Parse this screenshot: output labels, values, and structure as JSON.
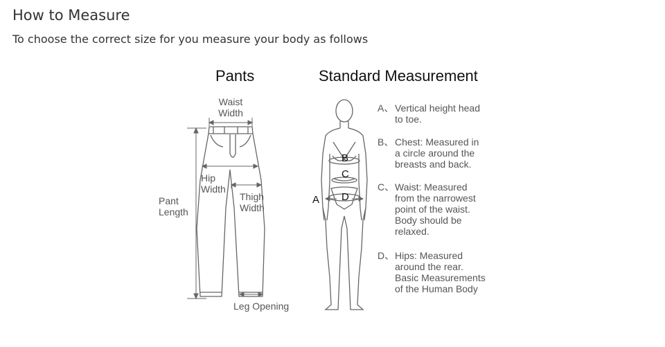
{
  "page": {
    "title": "How to Measure",
    "subtitle": "To choose the correct size for you measure your body as follows"
  },
  "pants": {
    "heading": "Pants",
    "labels": {
      "waist_width": [
        "Waist",
        "Width"
      ],
      "hip_width": [
        "Hip",
        "Width"
      ],
      "thigh_width": [
        "Thigh",
        "Width"
      ],
      "pant_length": [
        "Pant",
        "Length"
      ],
      "leg_opening": "Leg Opening"
    }
  },
  "standard": {
    "heading": "Standard Measurement",
    "figure_letters": {
      "a": "A",
      "b": "B",
      "c": "C",
      "d": "D"
    },
    "legend": [
      {
        "key": "A、",
        "lines": [
          "Vertical height head",
          "to toe."
        ]
      },
      {
        "key": "B、",
        "lines": [
          "Chest: Measured in",
          "a circle around the",
          "breasts and back."
        ]
      },
      {
        "key": "C、",
        "lines": [
          "Waist: Measured",
          "from the narrowest",
          "point of the waist.",
          "Body should be",
          "relaxed."
        ]
      },
      {
        "key": "D、",
        "lines": [
          "Hips: Measured",
          "around the rear.",
          "Basic Measurements",
          "of the Human Body"
        ]
      }
    ]
  }
}
